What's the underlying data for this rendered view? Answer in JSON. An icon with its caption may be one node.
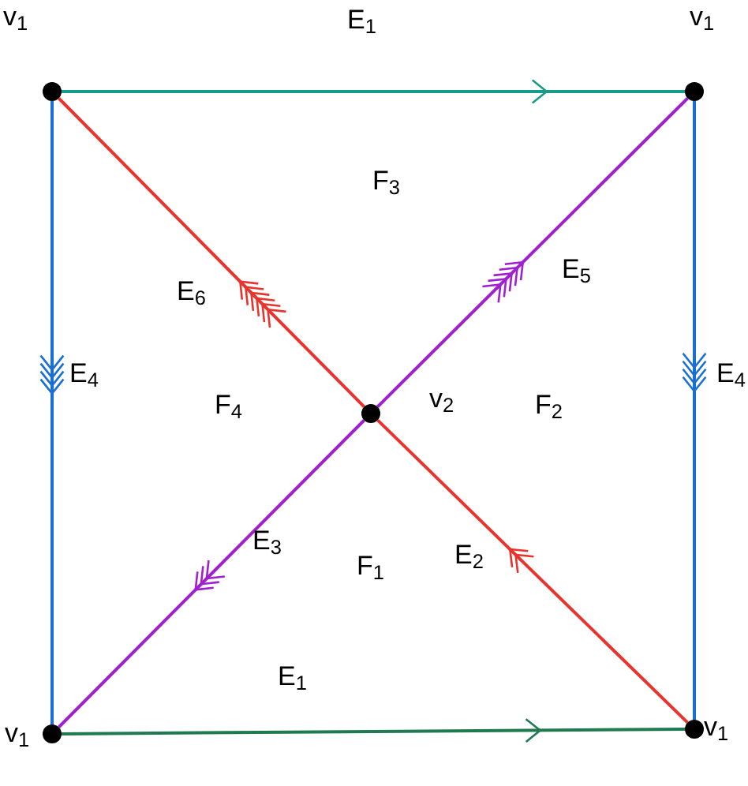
{
  "diagram": {
    "nodes": [
      {
        "text": [],
        "shape": "circle",
        "beside": [
          "v$_{1}$"
        ]
      },
      {
        "text": [],
        "shape": "circle",
        "beside": [
          "v$_{1}$"
        ]
      },
      {
        "text": [],
        "shape": "circle",
        "beside": [
          "v$_{1}$"
        ]
      },
      {
        "text": [],
        "shape": "circle",
        "beside": [
          "v$_{1}$"
        ]
      },
      {
        "text": [],
        "shape": "circle",
        "beside": [
          "v$_{2}$"
        ]
      }
    ],
    "edges": [
      {
        "from": 0,
        "to": 1,
        "arrow": "to",
        "label": "E$_{1}$",
        "color": "#1a9a88"
      },
      {
        "from": 2,
        "to": 3,
        "arrow": "to",
        "label": "E$_{1}$",
        "color": "#1f7a50"
      },
      {
        "from": 0,
        "to": 2,
        "arrow": "to",
        "label": "E$_{4}$",
        "color": "#1a6fd6"
      },
      {
        "from": 1,
        "to": 3,
        "arrow": "to",
        "label": "E$_{4}$",
        "color": "#1a6fd6"
      },
      {
        "from": 4,
        "to": 0,
        "arrow": "to",
        "label": "E$_{6}$",
        "color": "#e8342c"
      },
      {
        "from": 3,
        "to": 4,
        "arrow": "to",
        "label": "E$_{2}$",
        "color": "#e8342c"
      },
      {
        "from": 4,
        "to": 1,
        "arrow": "to",
        "label": "E$_{5}$",
        "color": "#a020d0"
      },
      {
        "from": 4,
        "to": 2,
        "arrow": "to",
        "label": "E$_{3}$",
        "color": "#a020d0"
      }
    ],
    "labels": [
      "F$_{3}$",
      "F$_{4}$",
      "F$_{2}$",
      "F$_{1}$"
    ]
  }
}
